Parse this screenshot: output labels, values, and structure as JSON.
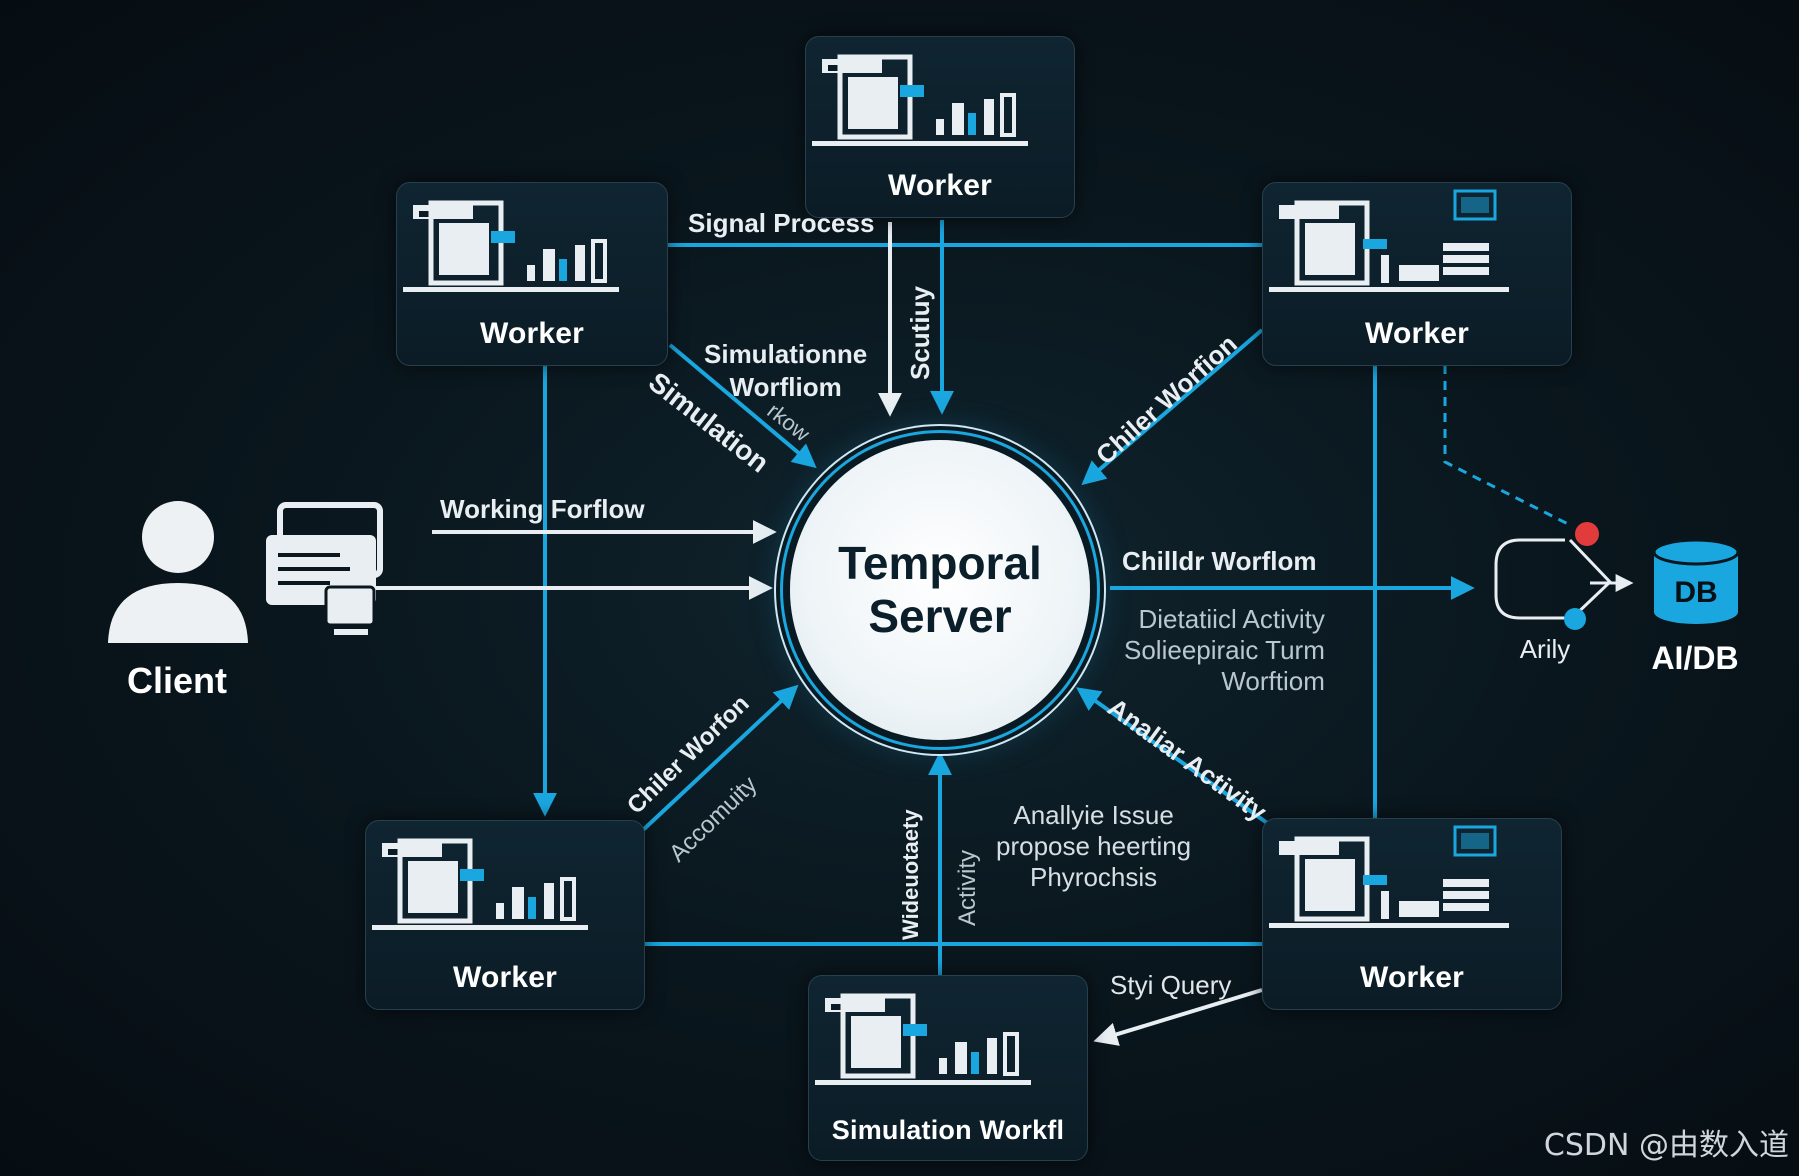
{
  "server": {
    "title": "Temporal\nServer"
  },
  "client": {
    "label": "Client"
  },
  "workers": {
    "top": "Worker",
    "top_left": "Worker",
    "top_right": "Worker",
    "bottom_left": "Worker",
    "bottom_right": "Worker",
    "bottom": "Simulation Workfl"
  },
  "db": {
    "icon_text": "DB",
    "title": "AI/DB",
    "connector_label": "Arily"
  },
  "labels": {
    "signal_process": "Signal Process",
    "scutiuy": "Scutiuy",
    "simulationne_worfliom": "Simulationne\nWorfliom",
    "simulation_diag": "Simulation",
    "rkow": "rkow",
    "chiler_worfion_tr": "Chiler Worfion",
    "working_forflow": "Working Forflow",
    "chilldr_worflom": "Chilldr Worflom",
    "dietatiicl_block": "Dietatiicl Activity\nSolieepiraic Turm\nWorftiom",
    "chiler_worfon_bl": "Chiler Worfon",
    "accomuity": "Accomuity",
    "analiar_activity": "Analiar Activity",
    "analyie_block": "Anallyie Issue\npropose heerting\nPhyrochsis",
    "wideuotaety": "Wideuotaety",
    "activity_vert": "Activity",
    "styi_query": "Styi Query"
  },
  "watermark": "CSDN @由数入道",
  "colors": {
    "accent": "#1aa6de",
    "background": "#071016",
    "node": "#0f2531",
    "server": "#ffffff",
    "dot_red": "#e23b3b"
  }
}
